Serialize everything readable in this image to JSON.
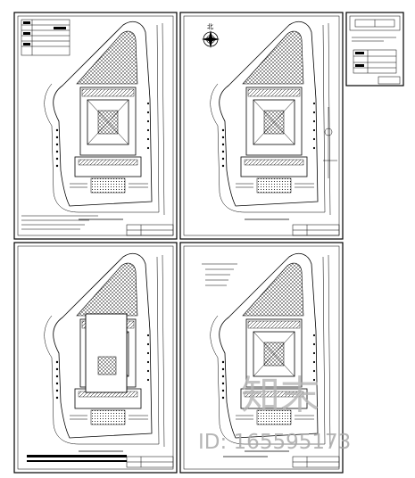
{
  "drawing": {
    "title": "Campus site plan drawing set",
    "sheets": [
      {
        "id": "top-left",
        "content": "site-plan"
      },
      {
        "id": "top-right",
        "content": "site-plan-with-north-arrow"
      },
      {
        "id": "bottom-left",
        "content": "site-plan-building-outline"
      },
      {
        "id": "bottom-right",
        "content": "site-plan-with-notes"
      }
    ],
    "key_sheet": {
      "content": "legend-and-title-block"
    },
    "north_arrow": {
      "label": "北"
    }
  },
  "watermark": {
    "logo_text": "知末",
    "id_text": "ID: 165595173"
  },
  "colors": {
    "ink": "#000000",
    "paper": "#ffffff",
    "watermark": "#b0b0b0"
  }
}
